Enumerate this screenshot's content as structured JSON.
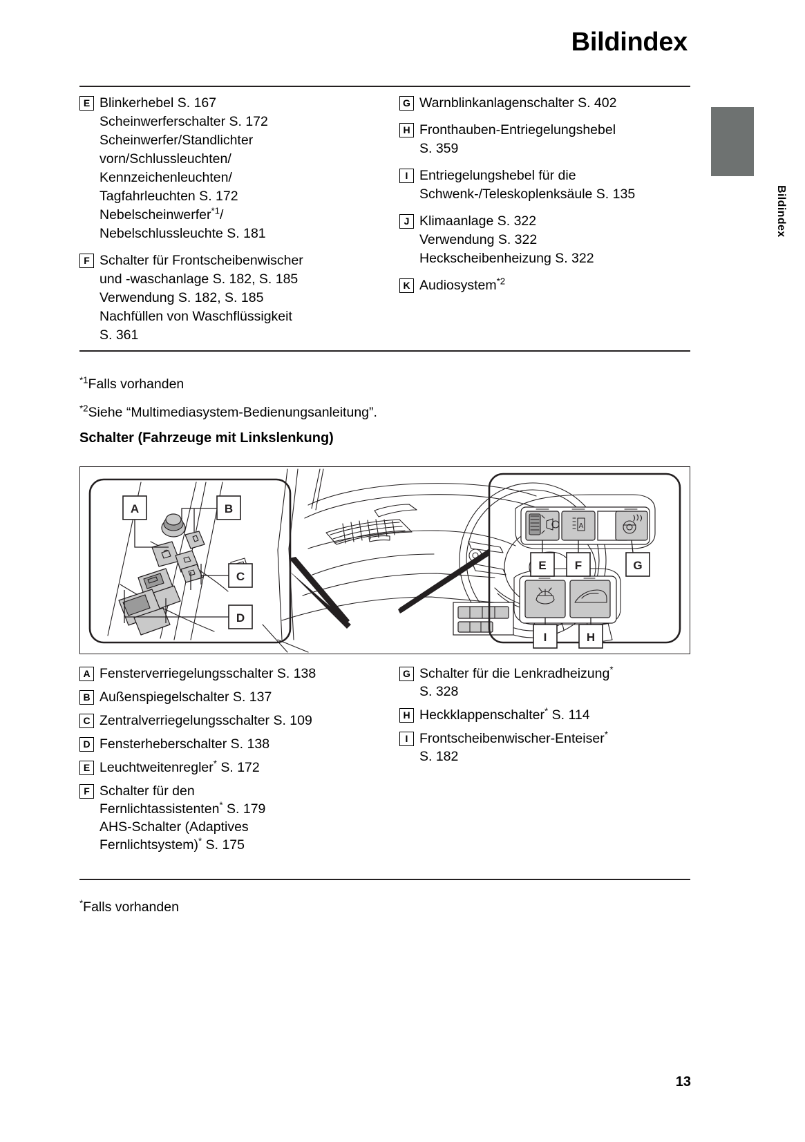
{
  "header": {
    "title": "Bildindex"
  },
  "side_tab": {
    "label": "Bildindex"
  },
  "top_index": {
    "left_column": [
      {
        "tag": "E",
        "lines": [
          "Blinkerhebel S. 167",
          "Scheinwerferschalter S. 172",
          "Scheinwerfer/Standlichter",
          "vorn/Schlussleuchten/",
          "Kennzeichenleuchten/",
          "Tagfahrleuchten S. 172",
          "Nebelscheinwerfer*1/",
          "Nebelschlussleuchte S. 181"
        ]
      },
      {
        "tag": "F",
        "lines": [
          "Schalter für Frontscheibenwischer",
          "und -waschanlage S. 182, S. 185",
          "Verwendung S. 182, S. 185",
          "Nachfüllen von Waschflüssigkeit",
          "S. 361"
        ]
      }
    ],
    "right_column": [
      {
        "tag": "G",
        "lines": [
          "Warnblinkanlagenschalter S. 402"
        ]
      },
      {
        "tag": "H",
        "lines": [
          "Fronthauben-Entriegelungshebel",
          "S. 359"
        ]
      },
      {
        "tag": "I",
        "lines": [
          "Entriegelungshebel für die",
          "Schwenk-/Teleskoplenksäule S. 135"
        ]
      },
      {
        "tag": "J",
        "lines": [
          "Klimaanlage S. 322",
          "Verwendung S. 322",
          "Heckscheibenheizung S. 322"
        ]
      },
      {
        "tag": "K",
        "lines": [
          "Audiosystem*2"
        ]
      }
    ]
  },
  "footnotes": {
    "star1": "*1Falls vorhanden",
    "star2": "*2Siehe “Multimediasystem-Bedienungsanleitung”.",
    "bottom_star": "*Falls vorhanden"
  },
  "section": {
    "heading": "Schalter (Fahrzeuge mit Linkslenkung)"
  },
  "figure": {
    "callouts_left": [
      "A",
      "B",
      "C",
      "D"
    ],
    "callouts_right": [
      "E",
      "F",
      "G",
      "I",
      "H"
    ],
    "icons": {
      "headlight_leveler": "headlight-leveler-icon",
      "auto_high_beam": "auto-high-beam-icon",
      "steering_wheel_heater": "steering-wheel-heater-icon",
      "windshield_deicer": "windshield-deicer-icon",
      "power_back_door": "power-back-door-icon",
      "window_lock": "window-lock-icon",
      "mirror_adjust": "mirror-adjust-icon",
      "door_lock": "door-lock-icon",
      "window_regulator": "window-regulator-icon"
    }
  },
  "bottom_index": {
    "left_column": [
      {
        "tag": "A",
        "lines": [
          "Fensterverriegelungsschalter S. 138"
        ]
      },
      {
        "tag": "B",
        "lines": [
          "Außenspiegelschalter S. 137"
        ]
      },
      {
        "tag": "C",
        "lines": [
          "Zentralverriegelungsschalter S. 109"
        ]
      },
      {
        "tag": "D",
        "lines": [
          "Fensterheberschalter S. 138"
        ]
      },
      {
        "tag": "E",
        "lines": [
          "Leuchtweitenregler* S. 172"
        ]
      },
      {
        "tag": "F",
        "lines": [
          "Schalter für den",
          "Fernlichtassistenten* S. 179",
          "AHS-Schalter (Adaptives",
          "Fernlichtsystem)* S. 175"
        ]
      }
    ],
    "right_column": [
      {
        "tag": "G",
        "lines": [
          "Schalter für die Lenkradheizung*",
          "S. 328"
        ]
      },
      {
        "tag": "H",
        "lines": [
          "Heckklappenschalter* S. 114"
        ]
      },
      {
        "tag": "I",
        "lines": [
          "Frontscheibenwischer-Enteiser*",
          "S. 182"
        ]
      }
    ]
  },
  "page_number": "13"
}
